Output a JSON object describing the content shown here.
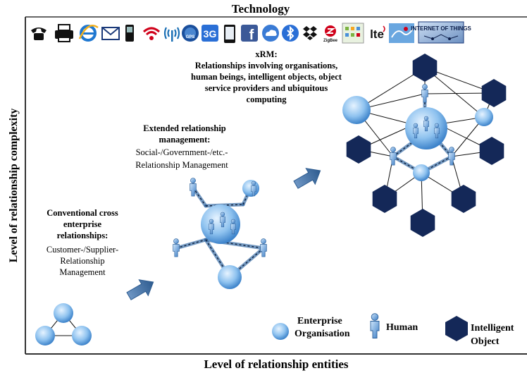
{
  "axes": {
    "top_label": "Technology",
    "left_label": "Level of relationship complexity",
    "bottom_label": "Level of relationship entities"
  },
  "tech_icons": [
    {
      "icon": "telephone-icon",
      "color": "#111111"
    },
    {
      "icon": "fax-icon",
      "color": "#111111"
    },
    {
      "icon": "internet-explorer-icon",
      "color": "#1f78d1"
    },
    {
      "icon": "email-icon",
      "color": "#1b3a7a"
    },
    {
      "icon": "mobile-phone-icon",
      "color": "#111111"
    },
    {
      "icon": "wifi-icon",
      "color": "#d0021b"
    },
    {
      "icon": "radio-signal-icon",
      "color": "#1a6fb5"
    },
    {
      "icon": "gps-icon",
      "color": "#1b4f9c",
      "label": "GPS"
    },
    {
      "icon": "3g-icon",
      "color": "#2a6fd6",
      "label": "3G"
    },
    {
      "icon": "smartphone-icon",
      "color": "#111111"
    },
    {
      "icon": "facebook-icon",
      "color": "#3b5998",
      "label": "f"
    },
    {
      "icon": "cloud-icon",
      "color": "#3a7bd5"
    },
    {
      "icon": "bluetooth-icon",
      "color": "#2a6fd6"
    },
    {
      "icon": "dropbox-icon",
      "color": "#111111"
    },
    {
      "icon": "zigbee-icon",
      "color": "#d0021b",
      "label": "ZigBee"
    },
    {
      "icon": "sensor-grid-icon",
      "color": "#7cb342"
    },
    {
      "icon": "lte-icon",
      "color": "#111111",
      "label": "lte"
    },
    {
      "icon": "map-icon",
      "color": "#4a90d9"
    },
    {
      "icon": "internet-of-things-icon",
      "color": "#1b3a7a",
      "label": "INTERNET OF THINGS"
    }
  ],
  "stages": {
    "conventional": {
      "title_lines": [
        "Conventional cross",
        "enterprise",
        "relationships:"
      ],
      "body_lines": [
        "Customer-/Supplier-",
        "Relationship",
        "Management"
      ]
    },
    "extended": {
      "title_lines": [
        "Extended relationship",
        "management:"
      ],
      "body_lines": [
        "Social-/Government-/etc.-",
        "Relationship Management"
      ]
    },
    "xrm": {
      "title_lines": [
        "xRM:"
      ],
      "body_lines": [
        "Relationships involving organisations,",
        "human beings, intelligent objects, object",
        "service providers and ubiquitous",
        "computing"
      ]
    }
  },
  "legend": {
    "organisation_lines": [
      "Enterprise",
      "Organisation"
    ],
    "human": "Human",
    "object_lines": [
      "Intelligent",
      "Object"
    ]
  },
  "colors": {
    "circle_light": "#dceefc",
    "circle_dark": "#3f8bd6",
    "hexagon": "#142858",
    "arrow": "#3e6a9a"
  }
}
